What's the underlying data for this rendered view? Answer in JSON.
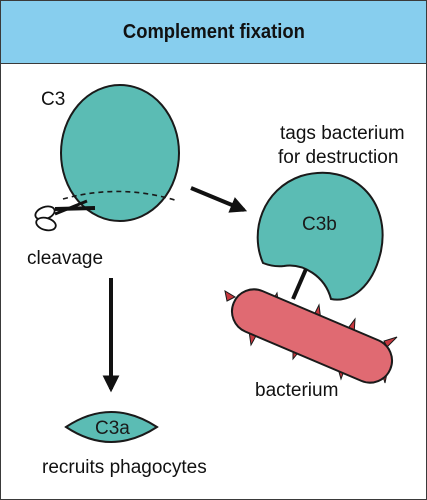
{
  "title": "Complement fixation",
  "labels": {
    "c3": "C3",
    "cleavage": "cleavage",
    "tags_line1": "tags bacterium",
    "tags_line2": "for destruction",
    "c3b": "C3b",
    "bacterium": "bacterium",
    "c3a": "C3a",
    "recruits": "recruits phagocytes"
  },
  "icons": {
    "scissors": "scissors-icon"
  },
  "colors": {
    "header_bg": "#87ceee",
    "protein_fill": "#5bbcb4",
    "bacterium_fill": "#e06a72",
    "bacterium_spike": "#c8383f",
    "outline": "#1a1a1a"
  }
}
